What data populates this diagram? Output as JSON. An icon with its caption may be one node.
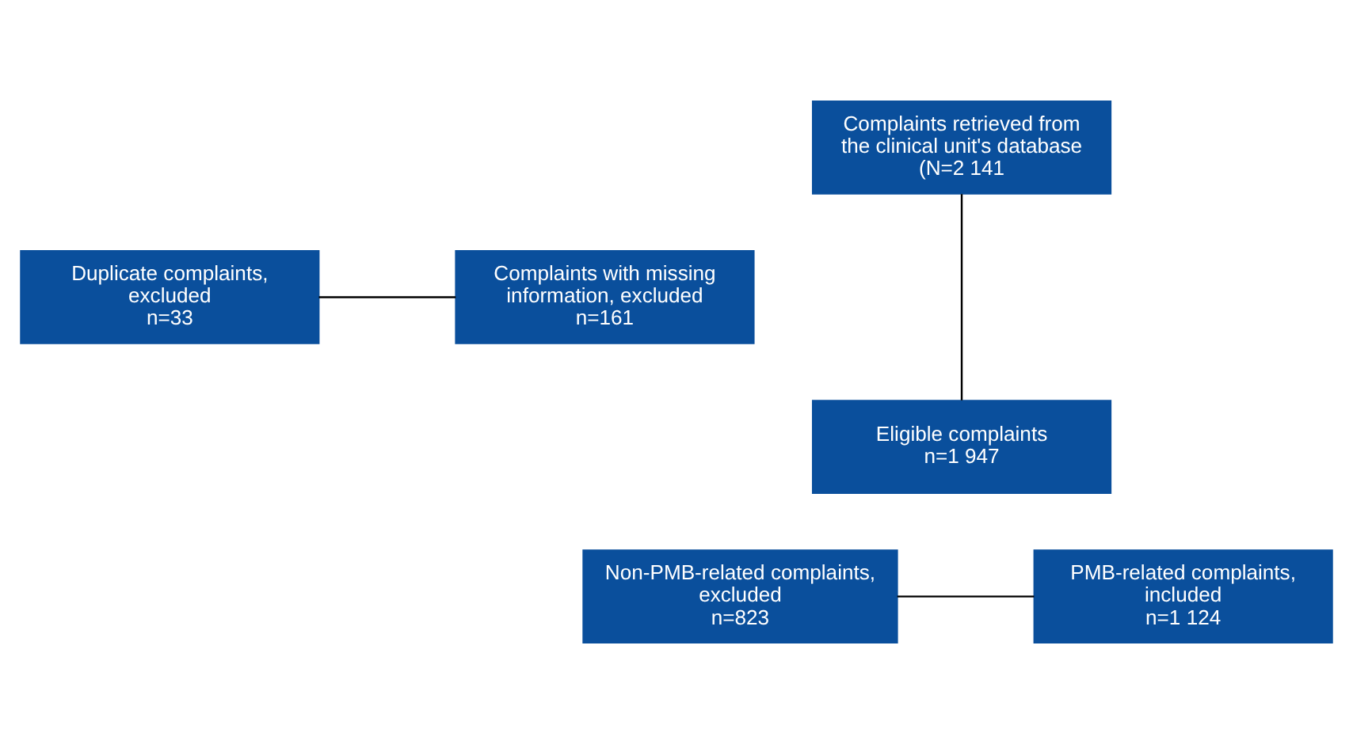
{
  "diagram": {
    "nodes": [
      {
        "text": [
          "Complaints retrieved from the clinical unit's database",
          "(N=2 141"
        ]
      },
      {
        "text": [
          "Duplicate complaints, excluded",
          "n=33"
        ]
      },
      {
        "text": [
          "Complaints with missing information, excluded",
          "n=161"
        ]
      },
      {
        "text": [
          "Eligible complaints",
          "n=1 947"
        ]
      },
      {
        "text": [
          "Non-PMB-related complaints, excluded",
          "n=823"
        ]
      },
      {
        "text": [
          "PMB-related complaints, included",
          "n=1 124"
        ]
      }
    ],
    "edges": [
      {
        "from": 0,
        "to": 3,
        "arrow": "none"
      },
      {
        "from": 1,
        "to": 2,
        "arrow": "none"
      },
      {
        "from": 4,
        "to": 5,
        "arrow": "none"
      }
    ]
  }
}
